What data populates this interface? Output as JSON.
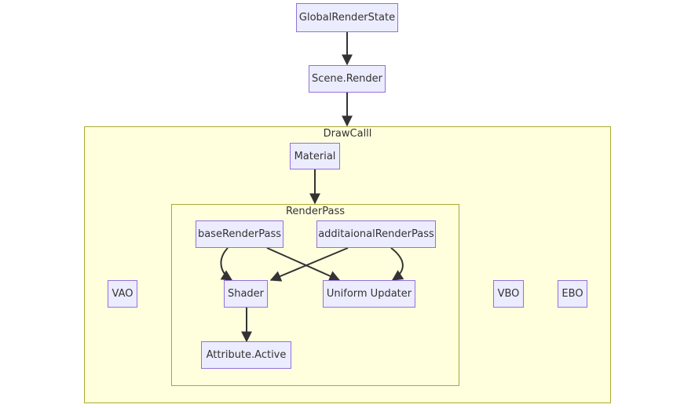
{
  "colors": {
    "node_fill": "#ececff",
    "node_border": "#9370db",
    "cluster_fill": "#ffffde",
    "cluster_border": "#aaaa33",
    "edge": "#333333",
    "text": "#333333"
  },
  "clusters": {
    "drawcall": {
      "label": "DrawCalll"
    },
    "renderpass": {
      "label": "RenderPass"
    }
  },
  "nodes": {
    "global_render_state": "GlobalRenderState",
    "scene_render": "Scene.Render",
    "material": "Material",
    "base_render_pass": "baseRenderPass",
    "additional_render_pass": "additaionalRenderPass",
    "shader": "Shader",
    "uniform_updater": "Uniform Updater",
    "attribute_active": "Attribute.Active",
    "vao": "VAO",
    "vbo": "VBO",
    "ebo": "EBO"
  },
  "edges": [
    {
      "from": "GlobalRenderState",
      "to": "Scene.Render"
    },
    {
      "from": "Scene.Render",
      "to": "DrawCalll"
    },
    {
      "from": "Material",
      "to": "RenderPass"
    },
    {
      "from": "baseRenderPass",
      "to": "Shader"
    },
    {
      "from": "baseRenderPass",
      "to": "Uniform Updater"
    },
    {
      "from": "additaionalRenderPass",
      "to": "Shader"
    },
    {
      "from": "additaionalRenderPass",
      "to": "Uniform Updater"
    },
    {
      "from": "Shader",
      "to": "Attribute.Active"
    }
  ]
}
